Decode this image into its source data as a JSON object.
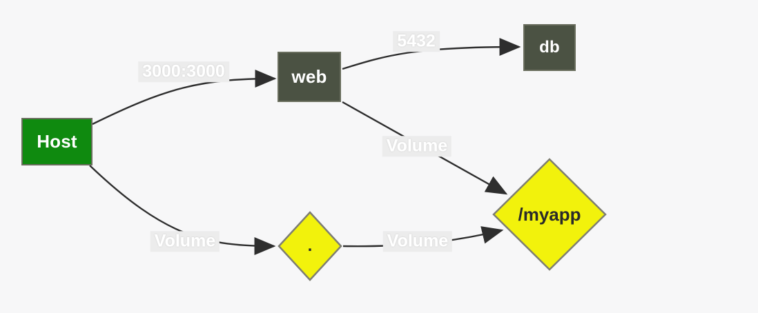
{
  "diagram": {
    "type": "graph",
    "background_color": "#f7f7f8",
    "edge_color": "#2e2e2e",
    "edge_label_bg": "#ececec",
    "edge_label_color": "#ffffff",
    "nodes": [
      {
        "id": "host",
        "label": "Host",
        "shape": "rectangle",
        "fill": "#0f8a0f",
        "border": "#8c8c8c",
        "text_color": "#ffffff"
      },
      {
        "id": "web",
        "label": "web",
        "shape": "rectangle",
        "fill": "#4b5243",
        "border": "#6a6e5e",
        "text_color": "#ffffff"
      },
      {
        "id": "db",
        "label": "db",
        "shape": "rectangle",
        "fill": "#4b5243",
        "border": "#6a6e5e",
        "text_color": "#ffffff"
      },
      {
        "id": "dot",
        "label": ".",
        "shape": "diamond",
        "fill": "#f2f20c",
        "border": "#7d7d72",
        "text_color": "#2a2a2a"
      },
      {
        "id": "myapp",
        "label": "/myapp",
        "shape": "diamond",
        "fill": "#f2f20c",
        "border": "#7d7d72",
        "text_color": "#2a2a2a"
      }
    ],
    "edges": [
      {
        "from": "host",
        "to": "web",
        "label": "3000:3000"
      },
      {
        "from": "web",
        "to": "db",
        "label": "5432"
      },
      {
        "from": "web",
        "to": "myapp",
        "label": "Volume"
      },
      {
        "from": "host",
        "to": "dot",
        "label": "Volume"
      },
      {
        "from": "dot",
        "to": "myapp",
        "label": "Volume"
      }
    ]
  }
}
